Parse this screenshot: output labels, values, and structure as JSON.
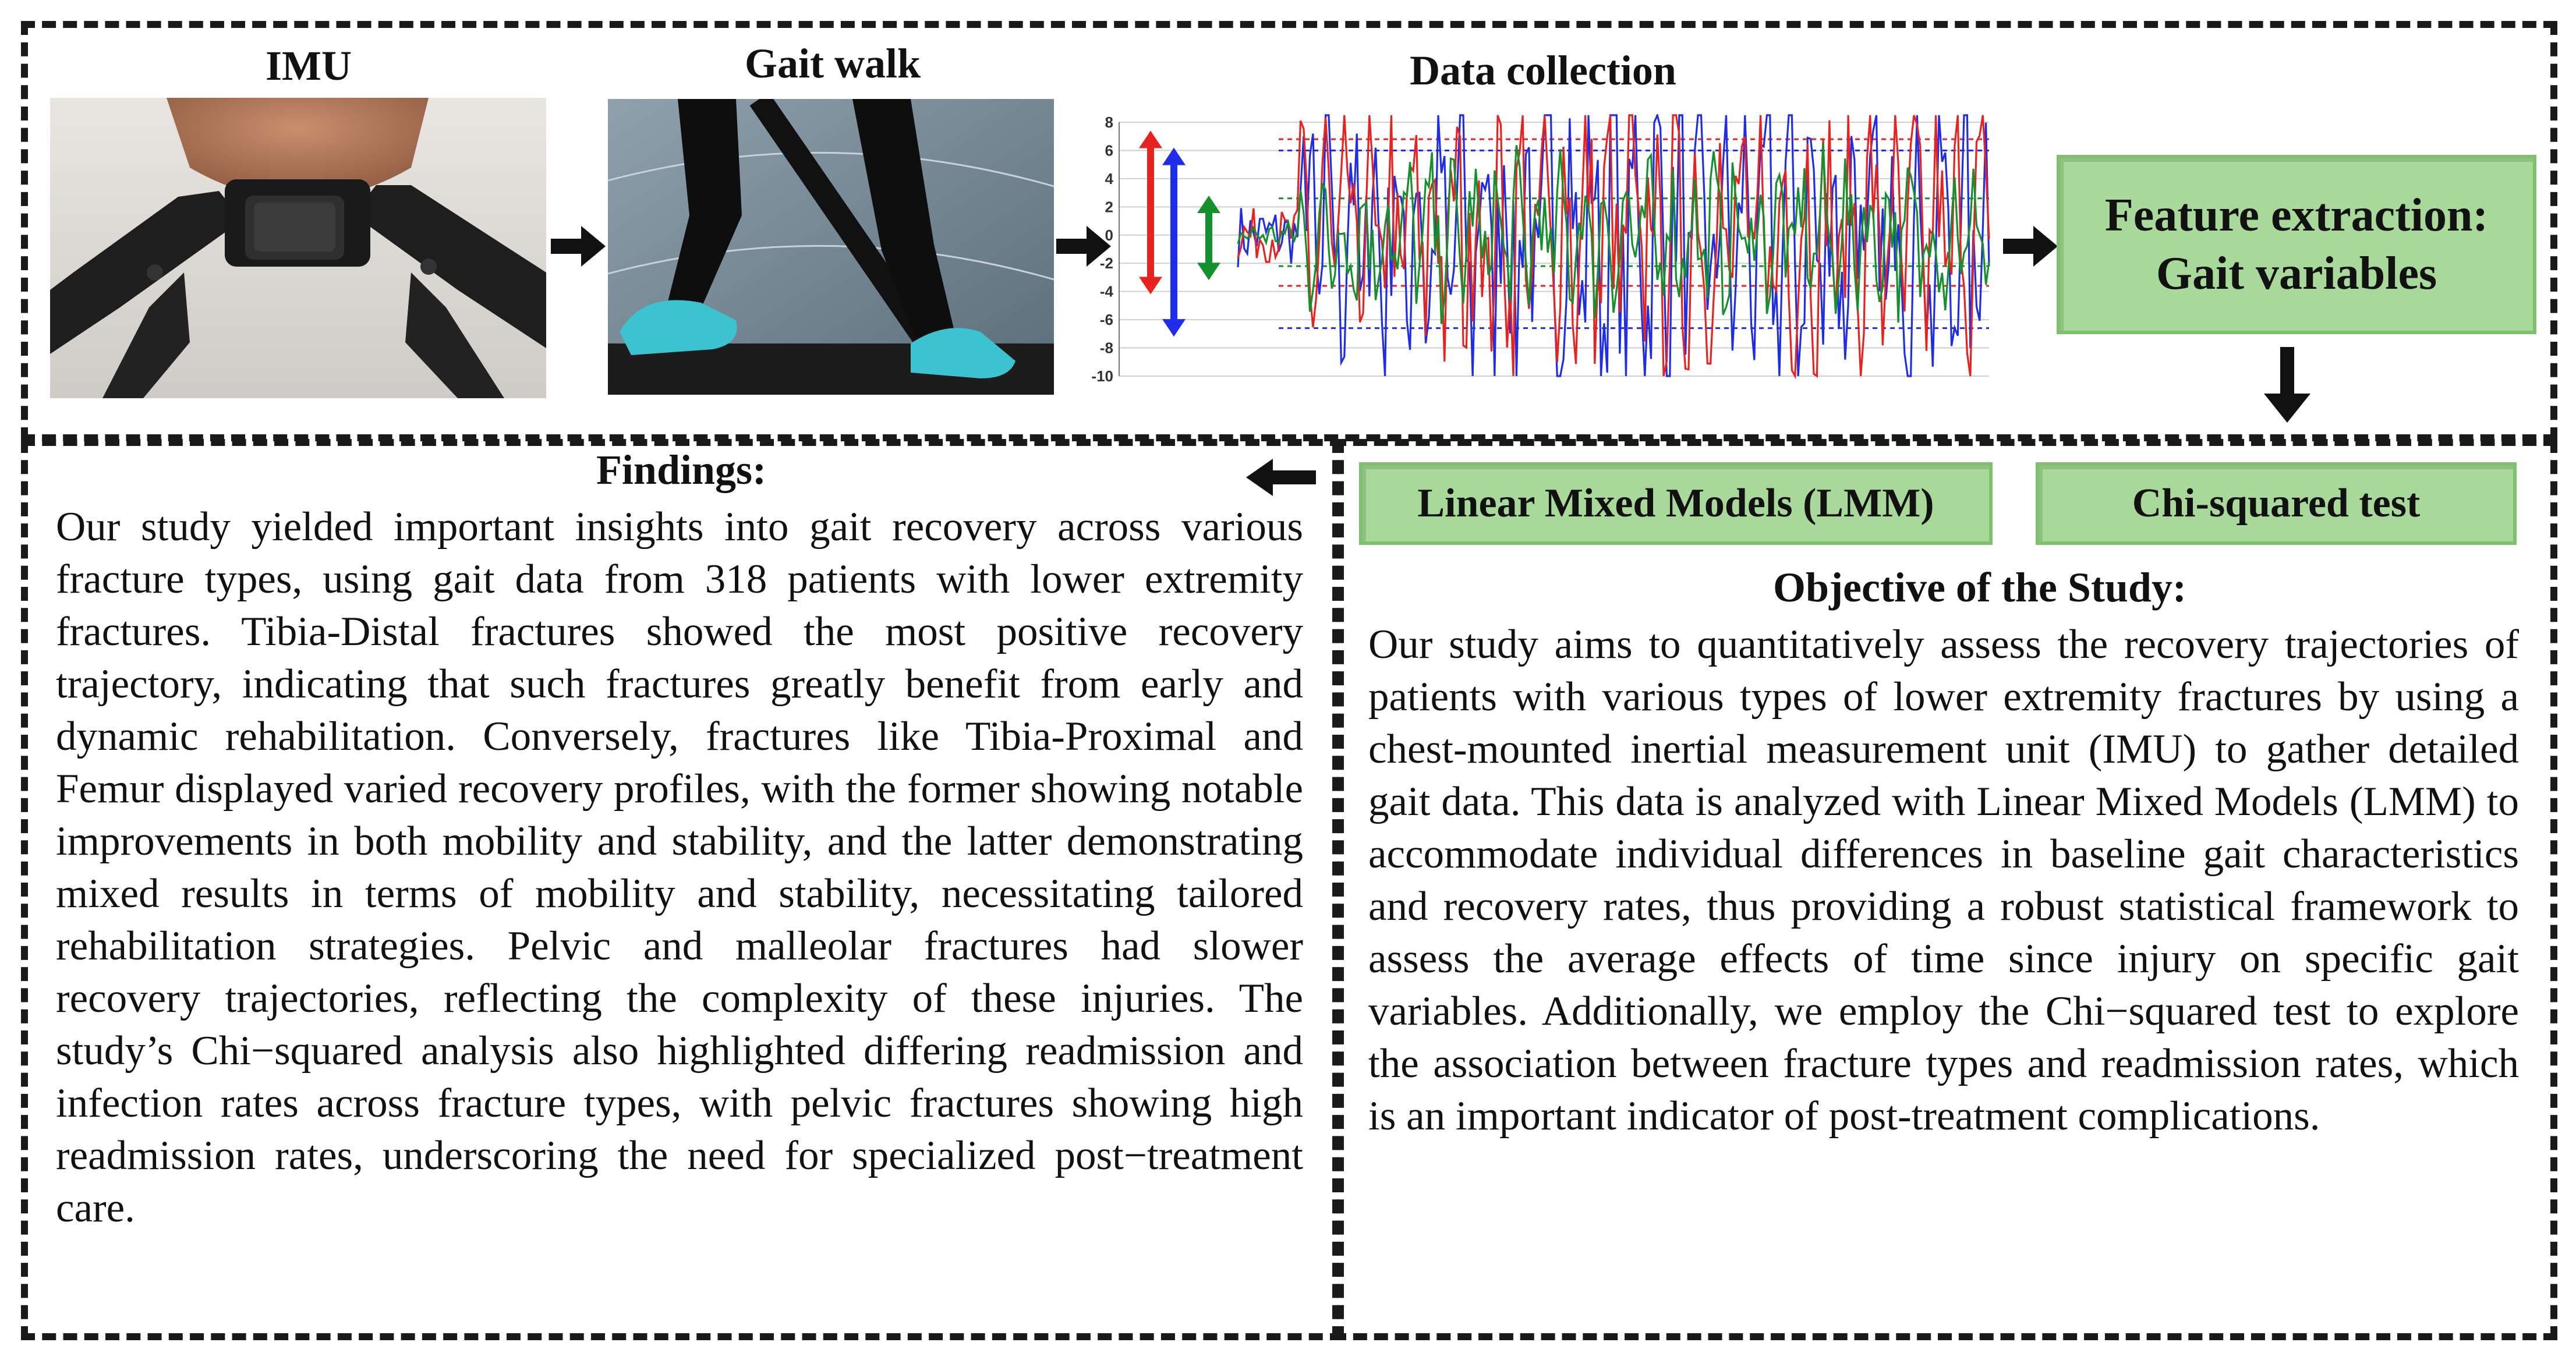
{
  "top": {
    "imu_label": "IMU",
    "gait_label": "Gait walk",
    "data_label": "Data collection",
    "feature_box": [
      "Feature extraction:",
      "Gait variables"
    ]
  },
  "signal_chart": {
    "y_ticks": [
      "8",
      "6",
      "4",
      "2",
      "0",
      "-2",
      "-4",
      "-6",
      "-8",
      "-10"
    ],
    "colors": {
      "red": "#e8231f",
      "blue": "#1f2de8",
      "green": "#14912c"
    }
  },
  "methods": {
    "lmm": "Linear Mixed Models (LMM)",
    "chi": "Chi-squared test"
  },
  "findings": {
    "title": "Findings:",
    "text": "Our study yielded important insights into gait recovery across various fracture types, using gait data from 318 patients with lower extremity fractures. Tibia-Distal fractures showed the most positive recovery trajectory, indicating that such fractures greatly benefit from early and dynamic rehabilitation. Conversely, fractures like Tibia-Proximal and Femur displayed varied recovery profiles, with the former showing notable improvements in both mobility and stability, and the latter demonstrating mixed results in terms of mobility and stability, necessitating tailored rehabilitation strategies. Pelvic and malleolar fractures had slower recovery trajectories, reflecting the complexity of these injuries. The study’s Chi−squared analysis also highlighted differing readmission and infection rates across fracture types, with pelvic fractures showing high readmission rates, underscoring the need for specialized post−treatment care."
  },
  "objective": {
    "title": "Objective of the Study:",
    "text": "Our study aims to quantitatively assess the recovery trajectories of patients with various types of lower extremity fractures by using a chest-mounted inertial measurement unit (IMU) to gather detailed gait data. This data is analyzed with Linear Mixed Models (LMM) to accommodate individual differences in baseline gait characteristics and recovery rates, thus providing a robust statistical framework to assess the average effects of time since injury on specific gait variables. Additionally, we employ the Chi−squared test to explore the association between fracture types and readmission rates, which is an important indicator of post-treatment complications."
  }
}
